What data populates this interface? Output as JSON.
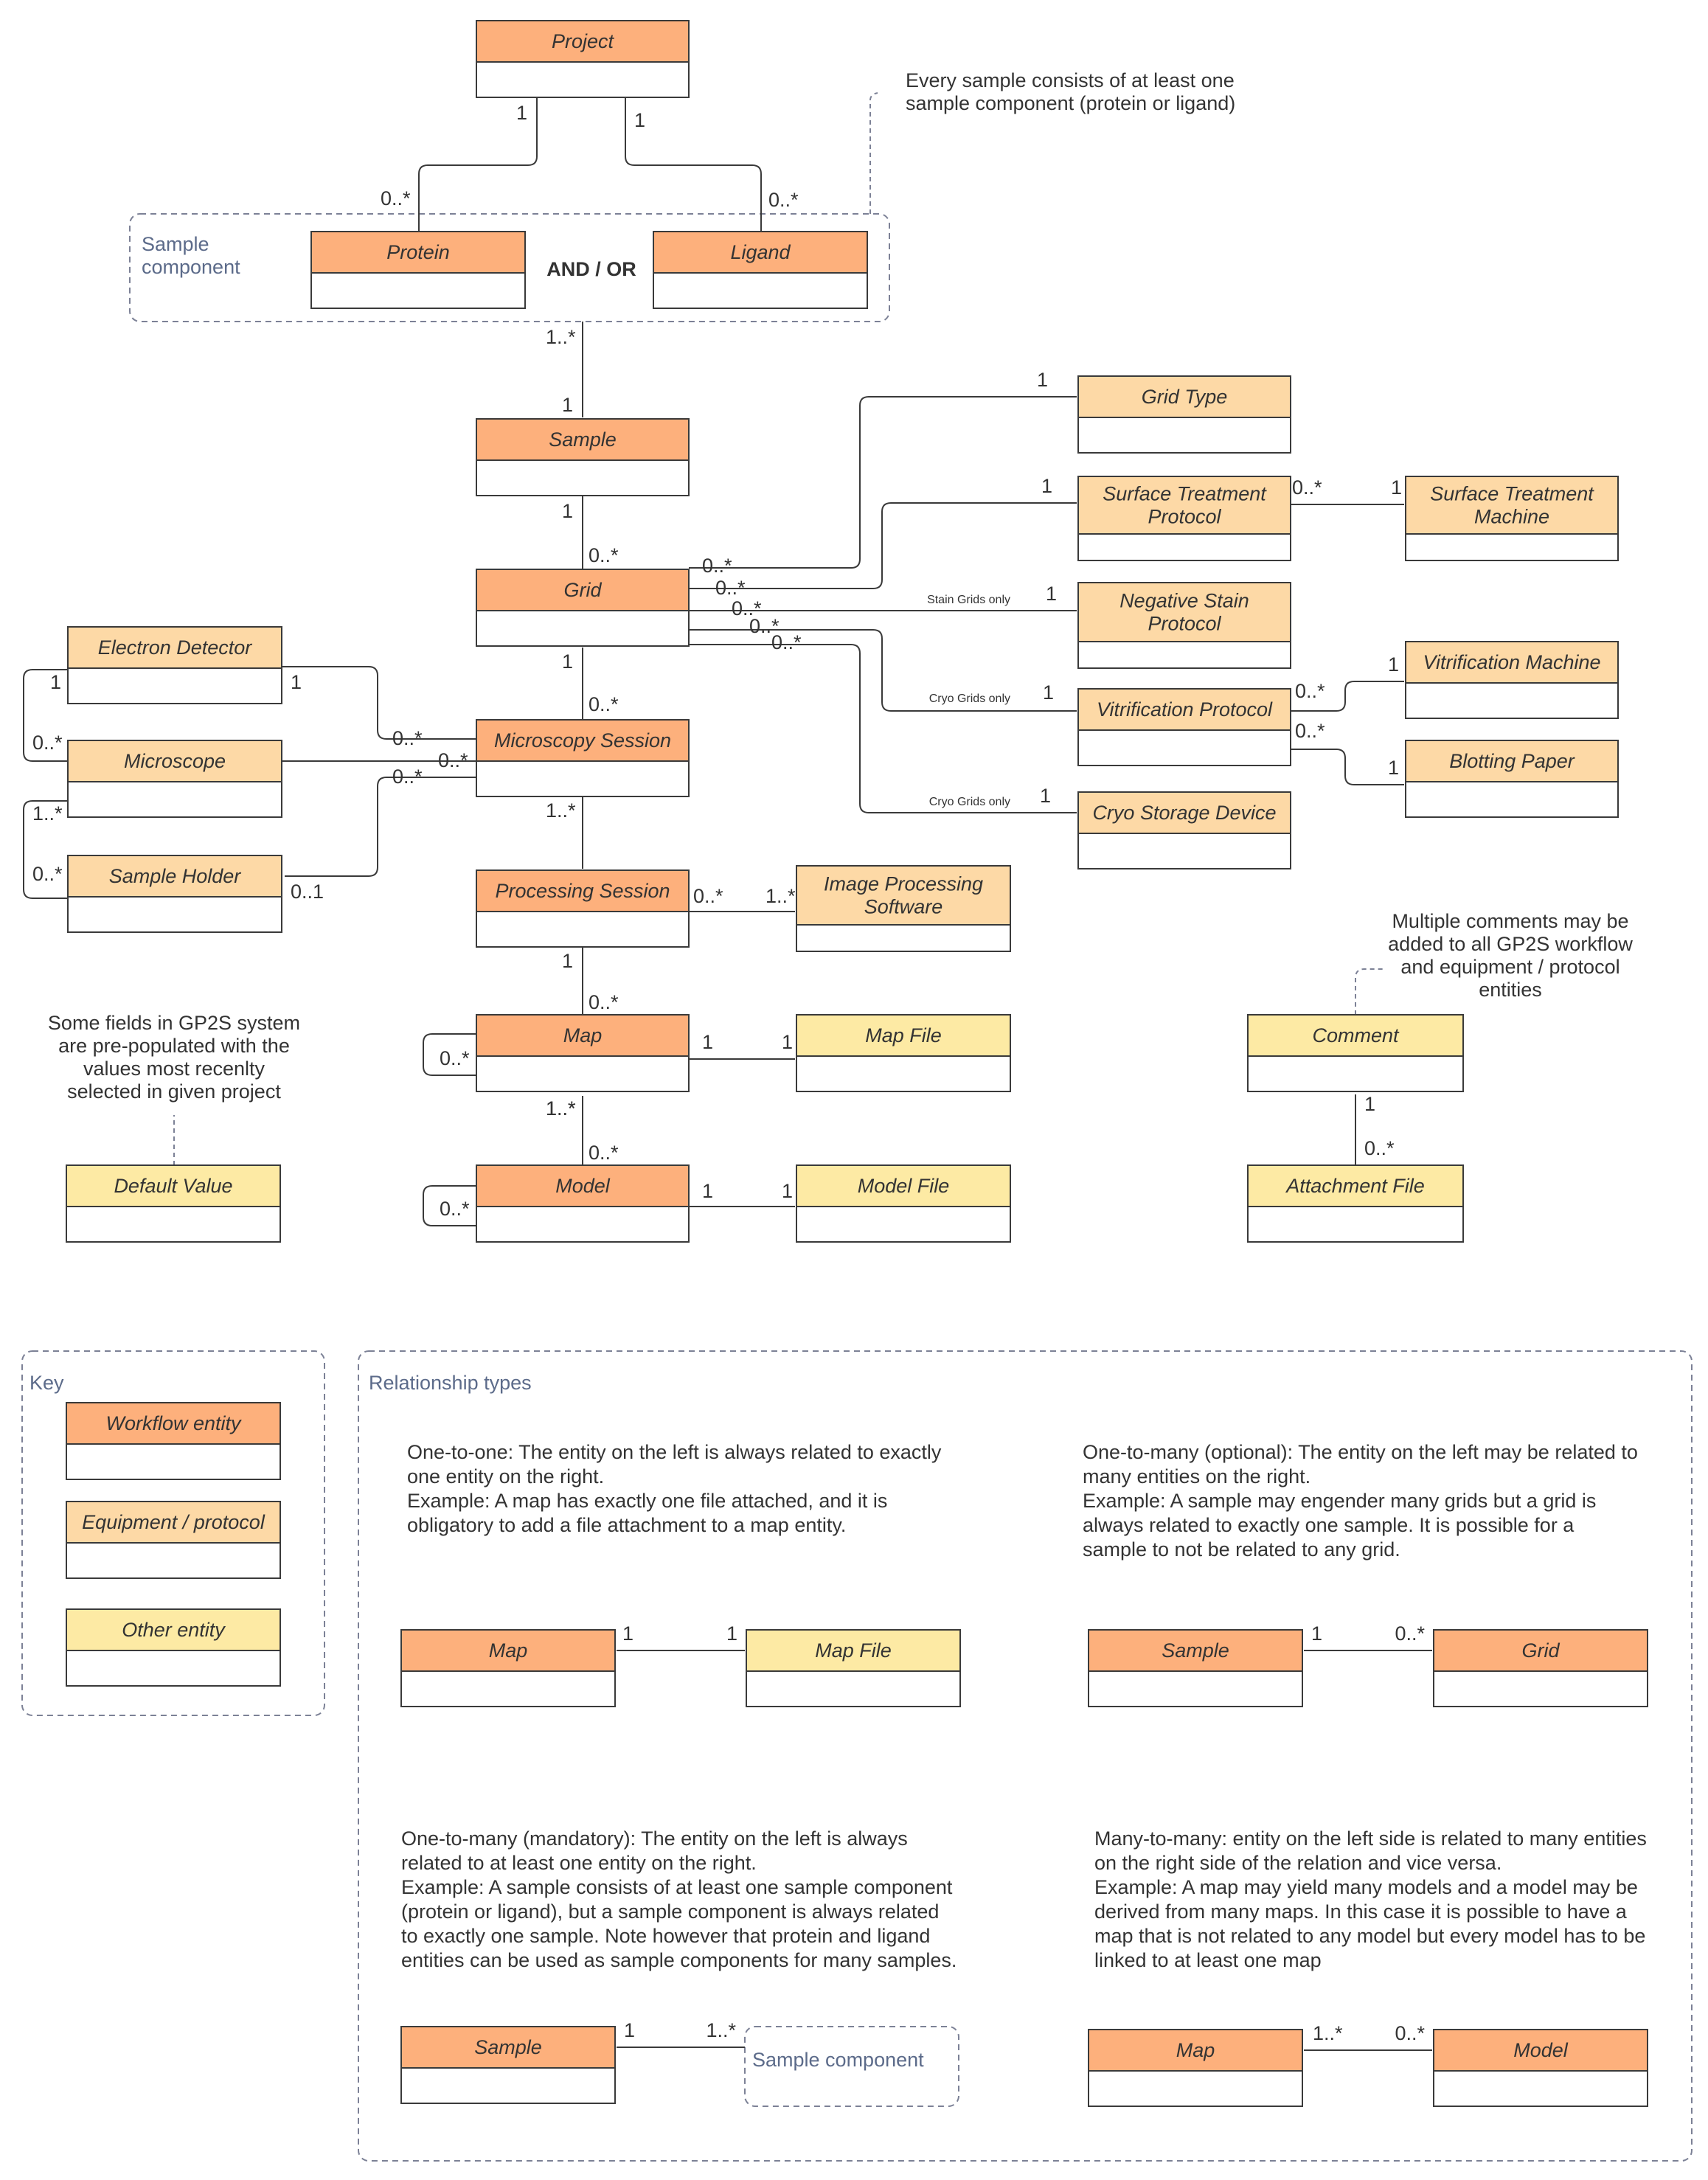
{
  "colors": {
    "workflow": "#fdb07c",
    "equipment": "#fdd9a6",
    "other": "#fdeaa4",
    "stroke": "#3a3a3a"
  },
  "entities": {
    "project": "Project",
    "protein": "Protein",
    "ligand": "Ligand",
    "sample": "Sample",
    "grid": "Grid",
    "grid_type": "Grid Type",
    "surface_treatment_protocol": [
      "Surface Treatment",
      "Protocol"
    ],
    "surface_treatment_machine": [
      "Surface Treatment",
      "Machine"
    ],
    "negative_stain_protocol": [
      "Negative Stain",
      "Protocol"
    ],
    "vitrification_machine": "Vitrification Machine",
    "vitrification_protocol": "Vitrification Protocol",
    "blotting_paper": "Blotting Paper",
    "cryo_storage_device": "Cryo Storage Device",
    "electron_detector": "Electron Detector",
    "microscope": "Microscope",
    "sample_holder": "Sample Holder",
    "microscopy_session": "Microscopy Session",
    "processing_session": "Processing Session",
    "image_processing_software": [
      "Image Processing",
      "Software"
    ],
    "map": "Map",
    "map_file": "Map File",
    "model": "Model",
    "model_file": "Model File",
    "comment": "Comment",
    "attachment_file": "Attachment File",
    "default_value": "Default Value"
  },
  "labels": {
    "sample_component_group": [
      "Sample",
      "component"
    ],
    "and_or": "AND / OR",
    "stain_grids_only": "Stain Grids only",
    "cryo_grids_only": "Cryo Grids only"
  },
  "multiplicities": {
    "m1": "1",
    "m2": "1",
    "m3": "0..*",
    "m4": "0..*",
    "m5": "1..*",
    "m6": "1",
    "m7": "1",
    "m8": "0..*",
    "m9": "1",
    "m10": "1",
    "m11": "0..*",
    "m12": "1",
    "m13": "1",
    "m14": "1",
    "m15": "1",
    "m16": "1",
    "m17": "0..*",
    "m18": "0..*",
    "m19": "0..*",
    "m20": "0..*",
    "m21": "0..*",
    "m22": "1",
    "m23": "0..*",
    "m24": "0..*",
    "m25": "1",
    "m26": "0..*",
    "m27": "1",
    "m28": "1",
    "m29": "0..*",
    "m30": "1..*",
    "m31": "0..*",
    "m32": "0..*",
    "m33": "1..*",
    "m34": "0..*",
    "m35": "0..1",
    "m36": "1..*",
    "m37": "0..*",
    "m38": "0..*",
    "m39": "1..*",
    "m40": "1",
    "m41": "0..*",
    "m42": "1",
    "m43": "1",
    "m44": "0..*",
    "m45": "1..*",
    "m46": "0..*",
    "m47": "1",
    "m48": "1",
    "m49": "0..*",
    "m50": "1",
    "m51": "0..*"
  },
  "notes": {
    "sample_component_note": [
      "Every sample consists of at least one",
      "sample component (protein or ligand)"
    ],
    "comment_note": [
      "Multiple comments may be",
      "added to all GP2S workflow",
      "and equipment / protocol",
      "entities"
    ],
    "default_note": [
      "Some fields in GP2S system",
      "are pre-populated with the",
      "values most recenlty",
      "selected in given project"
    ]
  },
  "key": {
    "title": "Key",
    "workflow": "Workflow entity",
    "equipment": "Equipment / protocol",
    "other": "Other entity"
  },
  "relationships": {
    "title": "Relationship types",
    "one_to_one": {
      "text": [
        "One-to-one: The entity on the left is always related to exactly",
        "one entity on the right.",
        "",
        "Example: A map has exactly one file attached, and it is",
        "obligatory to add a file attachment to a map entity."
      ],
      "left": "Map",
      "right": "Map File",
      "left_mult": "1",
      "right_mult": "1"
    },
    "one_to_many_optional": {
      "text": [
        "One-to-many (optional): The entity on the left may be related to",
        "many entities on the right.",
        "",
        "Example: A sample may engender many grids but  a grid is",
        "always related to exactly one sample. It is possible for a",
        "sample to not be related to any grid."
      ],
      "left": "Sample",
      "right": "Grid",
      "left_mult": "1",
      "right_mult": "0..*"
    },
    "one_to_many_mandatory": {
      "text": [
        "One-to-many (mandatory): The entity on the left is always",
        "related to at least one entity on the right.",
        "",
        "Example: A sample consists of at least one sample component",
        "(protein or ligand), but a sample component is always related",
        "to exactly one sample. Note however that protein and ligand",
        "entities can be used as sample components for many samples."
      ],
      "left": "Sample",
      "right": "Sample component",
      "left_mult": "1",
      "right_mult": "1..*"
    },
    "many_to_many": {
      "text": [
        "Many-to-many: entity on the left side is related to many entities",
        "on the right side of the relation and vice versa.",
        "",
        "Example: A map may yield many models and a model may be",
        "derived from many maps. In this case it is possible to have a",
        "map that is not related to any model but every model has to be",
        "linked to at least one map"
      ],
      "left": "Map",
      "right": "Model",
      "left_mult": "1..*",
      "right_mult": "0..*"
    }
  }
}
